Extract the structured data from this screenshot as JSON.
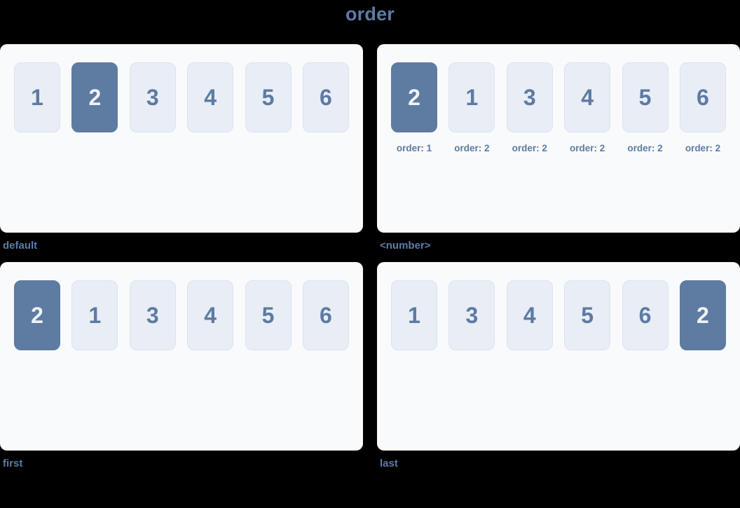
{
  "title": "order",
  "colors": {
    "background": "#000000",
    "panel_background": "#f8fafc",
    "item_background": "#e8edf6",
    "item_border": "#dde4ef",
    "accent_highlight": "#5e7ba1",
    "item_text": "#5d7ba2",
    "caption_text": "#5d7ba6",
    "highlight_text": "#eef2f8"
  },
  "panels": [
    {
      "name": "default",
      "label": "default",
      "items": [
        {
          "number": "1"
        },
        {
          "number": "2",
          "highlighted": true
        },
        {
          "number": "3"
        },
        {
          "number": "4"
        },
        {
          "number": "5"
        },
        {
          "number": "6"
        }
      ]
    },
    {
      "name": "number",
      "label": "<number>",
      "items": [
        {
          "number": "2",
          "highlighted": true,
          "order_label": "order: 1"
        },
        {
          "number": "1",
          "order_label": "order: 2"
        },
        {
          "number": "3",
          "order_label": "order: 2"
        },
        {
          "number": "4",
          "order_label": "order: 2"
        },
        {
          "number": "5",
          "order_label": "order: 2"
        },
        {
          "number": "6",
          "order_label": "order: 2"
        }
      ]
    },
    {
      "name": "first",
      "label": "first",
      "items": [
        {
          "number": "2",
          "highlighted": true
        },
        {
          "number": "1"
        },
        {
          "number": "3"
        },
        {
          "number": "4"
        },
        {
          "number": "5"
        },
        {
          "number": "6"
        }
      ]
    },
    {
      "name": "last",
      "label": "last",
      "items": [
        {
          "number": "1"
        },
        {
          "number": "3"
        },
        {
          "number": "4"
        },
        {
          "number": "5"
        },
        {
          "number": "6"
        },
        {
          "number": "2",
          "highlighted": true
        }
      ]
    }
  ]
}
